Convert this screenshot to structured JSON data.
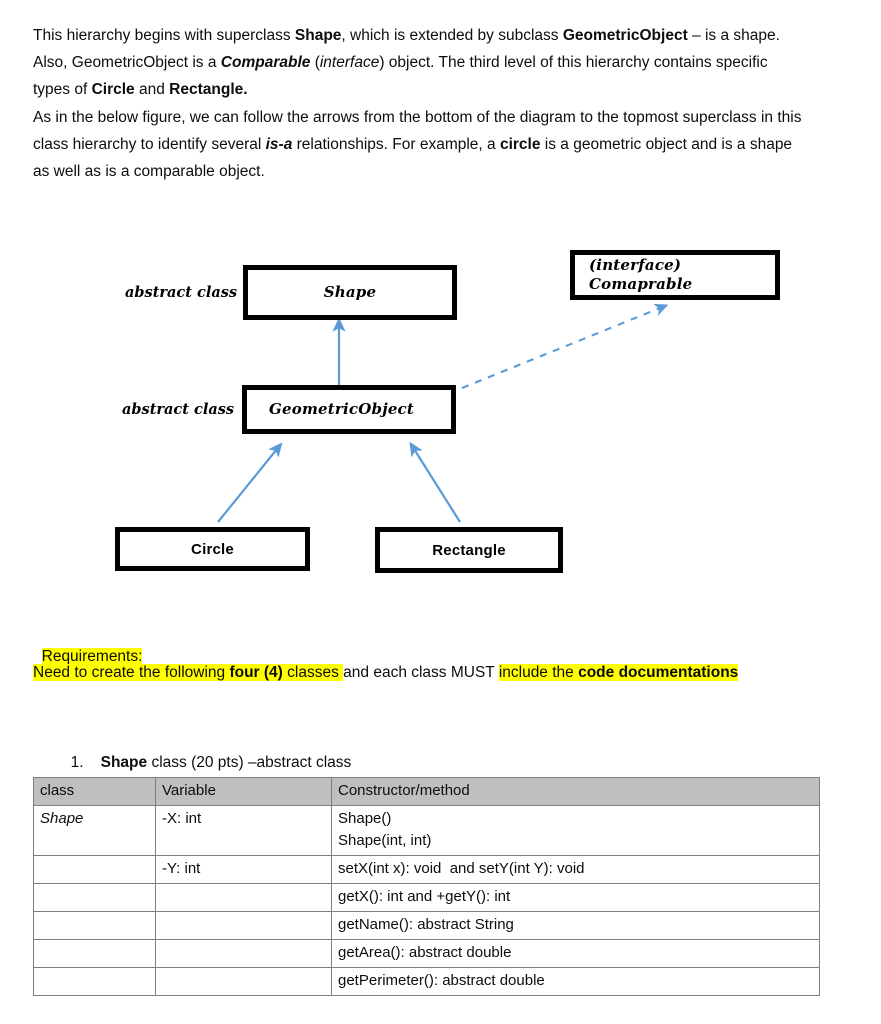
{
  "document": {
    "paragraphs": [
      {
        "id": "para-1",
        "runs": [
          {
            "t": "This hierarchy begins with superclass ",
            "s": "normal"
          },
          {
            "t": "Shape",
            "s": "bold"
          },
          {
            "t": ", which is extended by subclass ",
            "s": "normal"
          },
          {
            "t": "GeometricObject",
            "s": "bold"
          },
          {
            "t": " – is a shape. Also, GeometricObject is a ",
            "s": "normal"
          },
          {
            "t": "Comparable",
            "s": "bolditalic"
          },
          {
            "t": " (",
            "s": "normal"
          },
          {
            "t": "interface",
            "s": "italic"
          },
          {
            "t": ") object. The third level of this hierarchy contains specific types of ",
            "s": "normal"
          },
          {
            "t": "Circle",
            "s": "bold"
          },
          {
            "t": " and ",
            "s": "normal"
          },
          {
            "t": "Rectangle.",
            "s": "bold"
          }
        ]
      },
      {
        "id": "para-2",
        "runs": [
          {
            "t": "As in the below figure, we can follow the arrows from the bottom of the diagram to the topmost superclass in this class hierarchy to identify several ",
            "s": "normal"
          },
          {
            "t": "is-a",
            "s": "bolditalic"
          },
          {
            "t": " relationships. For example, a ",
            "s": "normal"
          },
          {
            "t": "circle",
            "s": "bold"
          },
          {
            "t": " is a geometric object and is a shape as well as is a comparable object.",
            "s": "normal"
          }
        ]
      }
    ]
  },
  "diagram": {
    "accent_color": "#5B9BD5",
    "box_border_color": "#000000",
    "boxes": {
      "shape": {
        "label": "Shape"
      },
      "geometric_object": {
        "label": "GeometricObject"
      },
      "interface": {
        "label": "(interface)\nComaprable"
      },
      "circle": {
        "label": "Circle"
      },
      "rectangle": {
        "label": "Rectangle"
      }
    },
    "side_labels": {
      "shape": "abstract class",
      "geometric_object": "abstract class"
    },
    "relations": [
      {
        "from": "GeometricObject",
        "to": "Shape",
        "style": "solid-arrow"
      },
      {
        "from": "GeometricObject",
        "to": "Comaprable",
        "style": "dashed-arrow"
      },
      {
        "from": "Circle",
        "to": "GeometricObject",
        "style": "solid-arrow"
      },
      {
        "from": "Rectangle",
        "to": "GeometricObject",
        "style": "solid-arrow"
      }
    ]
  },
  "requirements": {
    "heading": "Requirements:",
    "highlight_color": "#FFFF00",
    "body_runs": [
      {
        "t": "Need to create the following ",
        "s": "normal",
        "hl": true
      },
      {
        "t": "four (4)",
        "s": "bold",
        "hl": true
      },
      {
        "t": " classes ",
        "s": "normal",
        "hl": true
      },
      {
        "t": "and each class MUST ",
        "s": "normal",
        "hl": false
      },
      {
        "t": "include the ",
        "s": "normal",
        "hl": true
      },
      {
        "t": "code documentations",
        "s": "bold",
        "hl": true
      }
    ]
  },
  "item_1": {
    "number": "1.",
    "runs": [
      {
        "t": "Shape",
        "s": "bold"
      },
      {
        "t": " class (20 pts) –abstract class",
        "s": "normal"
      }
    ]
  },
  "spec_table": {
    "headers": [
      "class",
      "Variable",
      "Constructor/method"
    ],
    "rows": [
      {
        "class": "Shape",
        "class_style": "bolditalic",
        "variable": "-X: int",
        "method": "Shape()\nShape(int, int)",
        "tall": true
      },
      {
        "class": "",
        "variable": "-Y: int",
        "method": "setX(int x): void  and setY(int Y): void"
      },
      {
        "class": "",
        "variable": "",
        "method": "getX(): int and +getY(): int"
      },
      {
        "class": "",
        "variable": "",
        "method": "getName(): abstract String"
      },
      {
        "class": "",
        "variable": "",
        "method": "getArea(): abstract double"
      },
      {
        "class": "",
        "variable": "",
        "method": "getPerimeter(): abstract double"
      }
    ]
  }
}
